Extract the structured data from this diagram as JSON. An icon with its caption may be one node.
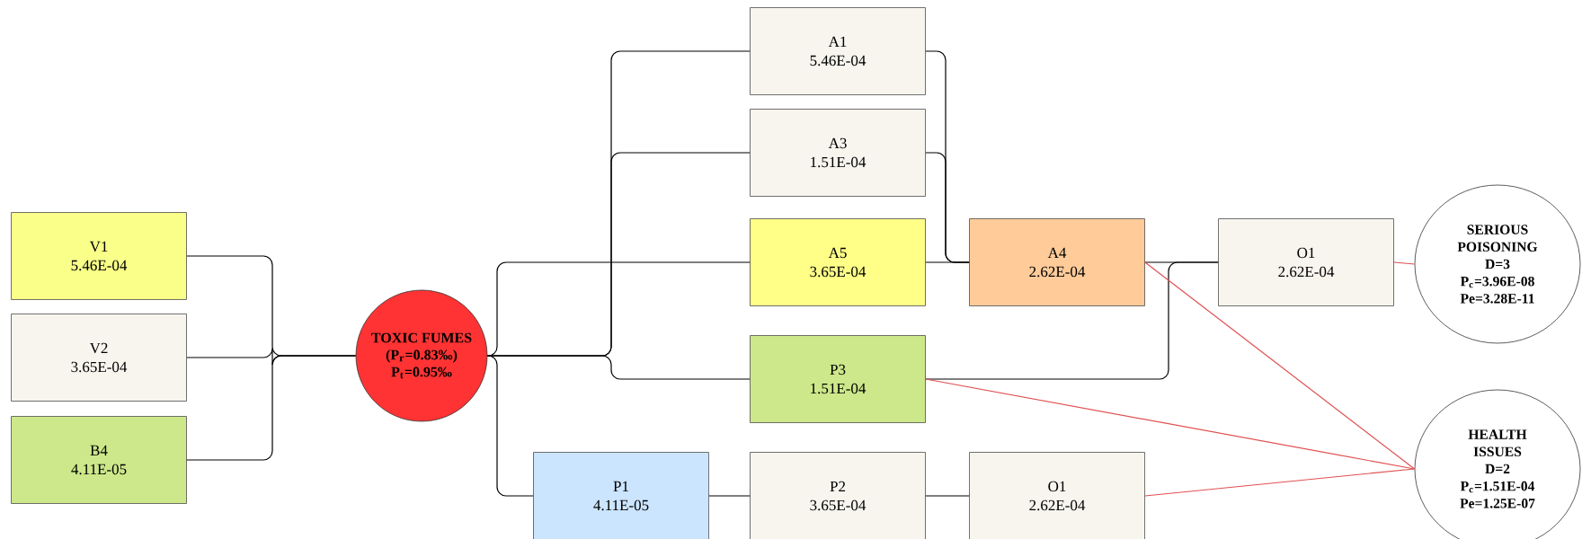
{
  "diagram": {
    "nodes": [
      {
        "text": [
          "V1",
          "5.46E-04"
        ]
      },
      {
        "text": [
          "V2",
          "3.65E-04"
        ]
      },
      {
        "text": [
          "B4",
          "4.11E-05"
        ]
      },
      {
        "text": [
          "TOXIC FUMES",
          "(P$_{r}$=0.83‰)",
          "P$_{t}$=0.95‰"
        ]
      },
      {
        "text": [
          "A1",
          "5.46E-04"
        ]
      },
      {
        "text": [
          "A3",
          "1.51E-04"
        ]
      },
      {
        "text": [
          "A5",
          "3.65E-04"
        ]
      },
      {
        "text": [
          "A4",
          "2.62E-04"
        ]
      },
      {
        "text": [
          "O1",
          "2.62E-04"
        ]
      },
      {
        "text": [
          "SERIOUS POISONING",
          "D=3",
          "P$_{c}$=3.96E-08",
          "Pe=3.28E-11"
        ]
      },
      {
        "text": [
          "P3",
          "1.51E-04"
        ]
      },
      {
        "text": [
          "HEALTH ISSUES",
          "D=2",
          "P$_{c}$=1.51E-04",
          "Pe=1.25E-07"
        ]
      },
      {
        "text": [
          "P1",
          "4.11E-05"
        ]
      },
      {
        "text": [
          "P2",
          "3.65E-04"
        ]
      },
      {
        "text": [
          "O1",
          "2.62E-04"
        ]
      }
    ],
    "edges": [
      {
        "from": 0,
        "to": 3,
        "arrow": "none"
      },
      {
        "from": 1,
        "to": 3,
        "arrow": "none"
      },
      {
        "from": 2,
        "to": 3,
        "arrow": "none"
      },
      {
        "from": 3,
        "to": 4,
        "arrow": "none"
      },
      {
        "from": 3,
        "to": 5,
        "arrow": "none"
      },
      {
        "from": 3,
        "to": 6,
        "arrow": "none"
      },
      {
        "from": 3,
        "to": 10,
        "arrow": "none"
      },
      {
        "from": 3,
        "to": 12,
        "arrow": "none"
      },
      {
        "from": 4,
        "to": 7,
        "arrow": "none"
      },
      {
        "from": 5,
        "to": 7,
        "arrow": "none"
      },
      {
        "from": 6,
        "to": 7,
        "arrow": "none"
      },
      {
        "from": 7,
        "to": 8,
        "arrow": "none"
      },
      {
        "from": 10,
        "to": 8,
        "arrow": "none"
      },
      {
        "from": 12,
        "to": 13,
        "arrow": "none"
      },
      {
        "from": 13,
        "to": 14,
        "arrow": "none"
      },
      {
        "from": 8,
        "to": 9,
        "arrow": "none",
        "color": "#e05050"
      },
      {
        "from": 7,
        "to": 11,
        "arrow": "none",
        "color": "#e05050"
      },
      {
        "from": 10,
        "to": 11,
        "arrow": "none",
        "color": "#e05050"
      },
      {
        "from": 14,
        "to": 11,
        "arrow": "none",
        "color": "#e05050"
      }
    ]
  }
}
